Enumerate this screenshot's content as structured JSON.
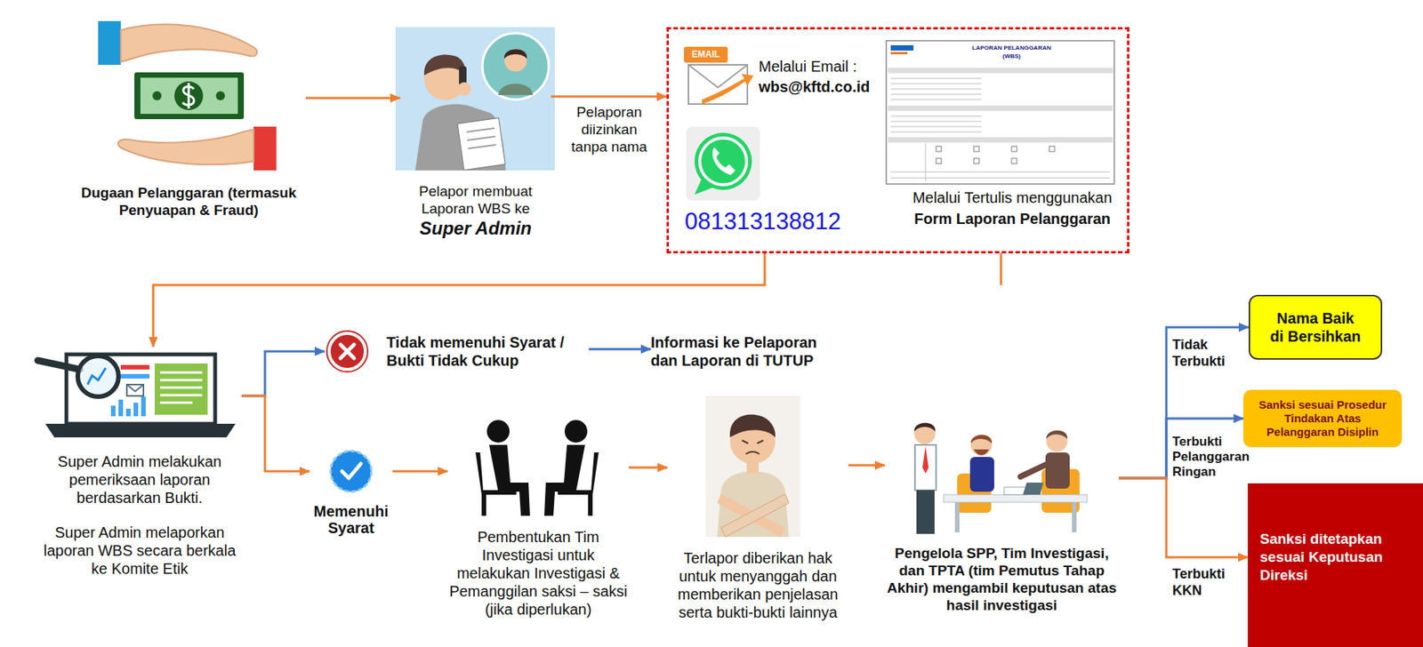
{
  "diagram": {
    "nodes": [
      {
        "text": [
          "Dugaan Pelanggaran (termasuk Penyuapan & Fraud)"
        ]
      },
      {
        "text": [
          "Pelapor membuat Laporan WBS ke",
          "Super Admin"
        ]
      },
      {
        "text": [
          "Melalui Email :",
          "wbs@kftd.co.id",
          "081313138812",
          "Melalui Tertulis menggunakan",
          "Form Laporan Pelanggaran"
        ]
      },
      {
        "text": [
          "Super Admin melakukan pemeriksaan laporan berdasarkan Bukti.",
          "Super Admin melaporkan laporan WBS secara berkala ke Komite Etik"
        ]
      },
      {
        "text": [
          "Tidak memenuhi Syarat / Bukti Tidak Cukup"
        ]
      },
      {
        "text": [
          "Informasi ke Pelaporan dan Laporan di TUTUP"
        ]
      },
      {
        "text": [
          "Memenuhi Syarat"
        ]
      },
      {
        "text": [
          "Pembentukan Tim Investigasi untuk melakukan Investigasi & Pemanggilan saksi – saksi (jika diperlukan)"
        ]
      },
      {
        "text": [
          "Terlapor diberikan hak untuk menyanggah dan memberikan penjelasan serta bukti-bukti lainnya"
        ]
      },
      {
        "text": [
          "Pengelola SPP, Tim Investigasi, dan TPTA (tim Pemutus Tahap Akhir) mengambil keputusan atas hasil investigasi"
        ]
      },
      {
        "text": [
          "Nama Baik di Bersihkan"
        ]
      },
      {
        "text": [
          "Sanksi sesuai Prosedur Tindakan Atas Pelanggaran Disiplin"
        ]
      },
      {
        "text": [
          "Sanksi ditetapkan sesuai Keputusan Direksi"
        ]
      }
    ],
    "edges": [
      {
        "from": 0,
        "to": 1,
        "arrow": "to"
      },
      {
        "from": 1,
        "to": 2,
        "label": "Pelaporan diizinkan tanpa nama",
        "arrow": "to"
      },
      {
        "from": 2,
        "to": 3,
        "arrow": "to"
      },
      {
        "from": 3,
        "to": 4,
        "arrow": "to"
      },
      {
        "from": 3,
        "to": 6,
        "arrow": "to"
      },
      {
        "from": 4,
        "to": 5,
        "arrow": "to"
      },
      {
        "from": 6,
        "to": 7,
        "arrow": "to"
      },
      {
        "from": 7,
        "to": 8,
        "arrow": "to"
      },
      {
        "from": 8,
        "to": 9,
        "arrow": "to"
      },
      {
        "from": 9,
        "to": 10,
        "label": "Tidak Terbukti",
        "arrow": "to"
      },
      {
        "from": 9,
        "to": 11,
        "label": "Terbukti Pelanggaran Ringan",
        "arrow": "to"
      },
      {
        "from": 9,
        "to": 12,
        "label": "Terbukti KKN",
        "arrow": "to"
      }
    ],
    "labels": [
      "EMAIL",
      "LAPORAN PELANGGARAN",
      "(WBS)"
    ]
  }
}
